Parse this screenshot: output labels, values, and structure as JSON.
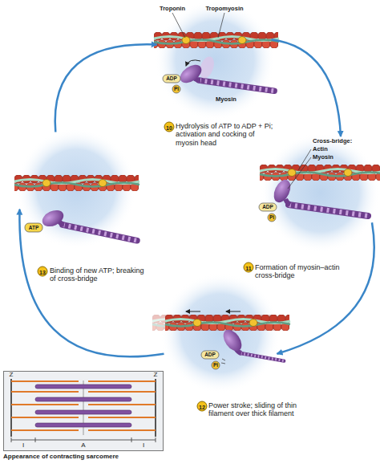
{
  "diagram": {
    "nodes": [
      {
        "text": [
          "Hydrolysis of ATP to ADP + Pi; activation and cocking of myosin head"
        ]
      },
      {
        "text": [
          "Formation of myosin–actin cross-bridge"
        ]
      },
      {
        "text": [
          "Power stroke; sliding of thin filament over thick filament"
        ]
      },
      {
        "text": [
          "Binding of new ATP; breaking of cross-bridge"
        ]
      },
      {
        "text": [
          "Appearance of contracting sarcomere"
        ]
      }
    ],
    "edges": [
      {
        "from": 0,
        "to": 1,
        "arrow": "to"
      },
      {
        "from": 1,
        "to": 2,
        "arrow": "to"
      },
      {
        "from": 2,
        "to": 3,
        "arrow": "to"
      },
      {
        "from": 3,
        "to": 0,
        "arrow": "to"
      }
    ],
    "labels": [
      "10",
      "Troponin",
      "Tropomyosin",
      "ADP",
      "Pi",
      "Myosin",
      "11",
      "Cross-bridge:",
      "Actin",
      "Myosin",
      "ADP",
      "Pi",
      "12",
      "ADP",
      "Pi",
      "13",
      "ATP",
      "Z",
      "Z",
      "I",
      "A",
      "I"
    ]
  }
}
